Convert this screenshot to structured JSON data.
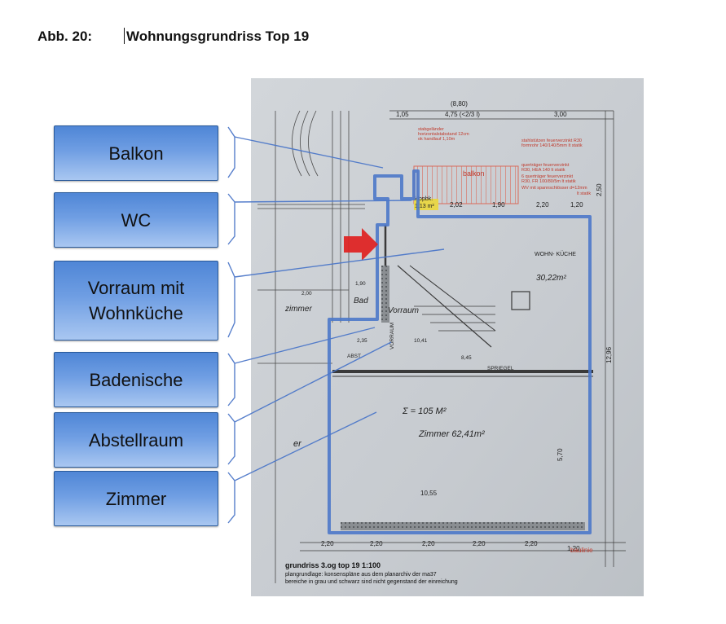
{
  "figure": {
    "number": "Abb. 20:",
    "title": "Wohnungsgrundriss Top 19"
  },
  "labels": [
    {
      "id": "balkon",
      "text": "Balkon"
    },
    {
      "id": "wc",
      "text": "WC"
    },
    {
      "id": "vorraum",
      "text": "Vorraum mit\nWohnküche"
    },
    {
      "id": "badenische",
      "text": "Badenische"
    },
    {
      "id": "abstellraum",
      "text": "Abstellraum"
    },
    {
      "id": "zimmer",
      "text": "Zimmer"
    }
  ],
  "plan": {
    "dimensions_top": [
      "(8,80)",
      "1,05",
      "4,75 (<2/3 l)",
      "3,00"
    ],
    "dimension_right_upper": "2,50",
    "dimension_right_lower": "12,96",
    "balcony_label": "balkon",
    "balcony_notes": [
      "stabgeländer",
      "horizontalstabstand 12cm",
      "ok handlauf 1,10m",
      "stahlstützen feuerverzinkt R30",
      "formrohr 140/140/5mm lt statik",
      "querträger feuerverzinkt",
      "R30, HEA 140 lt statik",
      "6 querträger feuerverzinkt",
      "R30, FR 100/80/5m lt statik",
      "WV mit spannschlösser d=12mm",
      "lt statik"
    ],
    "wc_label": "klopbk.",
    "wc_area": "1,13 m²",
    "wc_dims": [
      "2,02",
      "1,90",
      "2,20",
      "1,20"
    ],
    "kitchen_label": "WOHN-\nKÜCHE",
    "kitchen_area": "30,22m²",
    "bad_label": "Bad",
    "vorraum_label": "Vorraum",
    "zimmer_label": "zimmer",
    "room_area_total": "Σ = 105 M²",
    "room_label": "Zimmer 62,41m²",
    "small_labels": [
      "ABST.",
      "VORRAUM",
      "10,41",
      "8,45",
      "SPRIEGEL",
      "2,35",
      "1,90",
      "2,00",
      "er"
    ],
    "bottom_dims": [
      "2,20",
      "2,20",
      "2,20",
      "2,20",
      "2,20",
      "1,20"
    ],
    "baulinie": "baulinie",
    "width_dim": "10,55",
    "lower_dim": "5,70",
    "footer_title": "grundriss 3.og top 19   1:100",
    "footer_line1": "plangrundlage: konsenspläne aus dem planarchiv der ma37",
    "footer_line2": "bereiche in grau und schwarz sind nicht gegenstand der einreichung"
  },
  "colors": {
    "outline": "#4d78c9",
    "arrow": "#e02020",
    "balcony_hatch": "#d96a5a",
    "wc_fill": "#e8d64a",
    "pencil": "#3a3a3a"
  }
}
